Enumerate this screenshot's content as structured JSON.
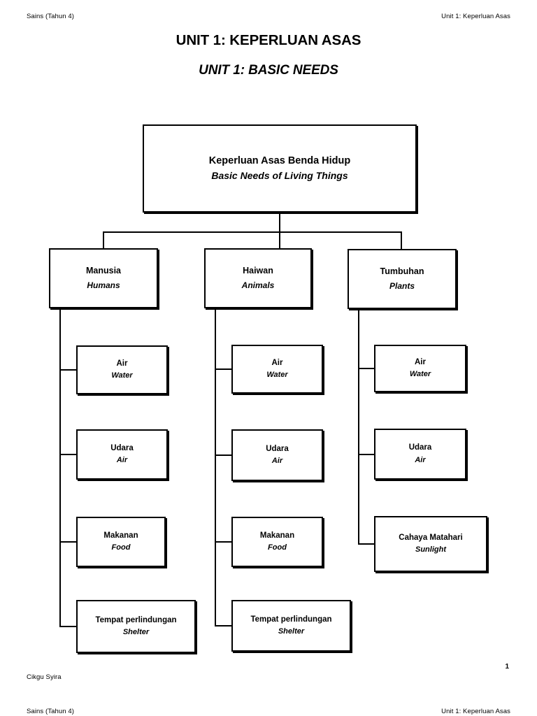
{
  "header": {
    "left": "Sains (Tahun 4)",
    "right": "Unit 1: Keperluan Asas"
  },
  "title": {
    "main": "UNIT 1: KEPERLUAN ASAS",
    "sub": "UNIT 1: BASIC NEEDS"
  },
  "diagram": {
    "root": {
      "ms": "Keperluan Asas Benda Hidup",
      "en": "Basic Needs of Living Things"
    },
    "categories": [
      {
        "ms": "Manusia",
        "en": "Humans",
        "children": [
          {
            "ms": "Air",
            "en": "Water"
          },
          {
            "ms": "Udara",
            "en": "Air"
          },
          {
            "ms": "Makanan",
            "en": "Food"
          },
          {
            "ms": "Tempat perlindungan",
            "en": "Shelter"
          }
        ]
      },
      {
        "ms": "Haiwan",
        "en": "Animals",
        "children": [
          {
            "ms": "Air",
            "en": "Water"
          },
          {
            "ms": "Udara",
            "en": "Air"
          },
          {
            "ms": "Makanan",
            "en": "Food"
          },
          {
            "ms": "Tempat perlindungan",
            "en": "Shelter"
          }
        ]
      },
      {
        "ms": "Tumbuhan",
        "en": "Plants",
        "children": [
          {
            "ms": "Air",
            "en": "Water"
          },
          {
            "ms": "Udara",
            "en": "Air"
          },
          {
            "ms": "Cahaya Matahari",
            "en": "Sunlight"
          }
        ]
      }
    ]
  },
  "footer": {
    "author": "Cikgu Syira",
    "page_number": "1",
    "left": "Sains (Tahun 4)",
    "right": "Unit 1: Keperluan Asas"
  },
  "colors": {
    "ink": "#000000",
    "paper": "#ffffff"
  }
}
